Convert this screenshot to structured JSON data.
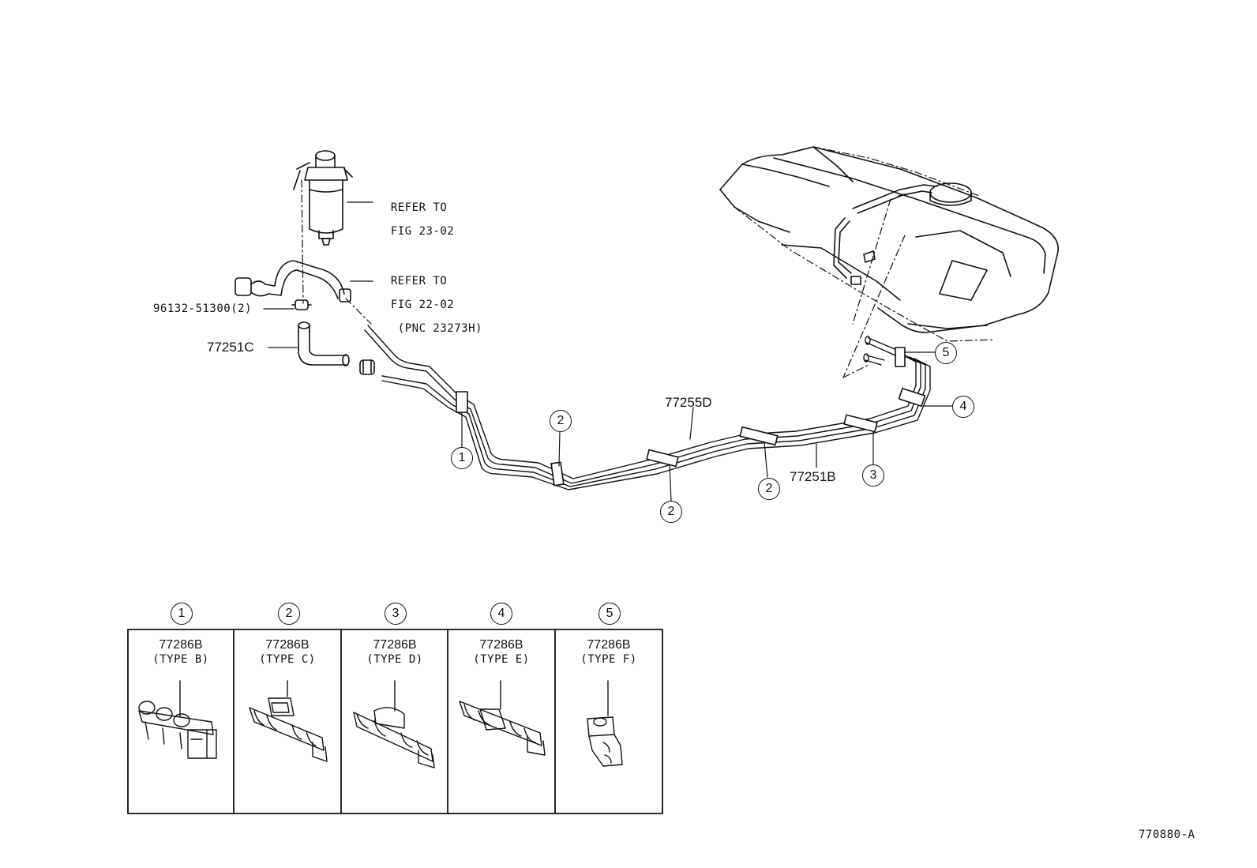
{
  "labels": {
    "refer_fig_23": [
      "REFER TO",
      "FIG 23-02"
    ],
    "refer_fig_22": [
      "REFER TO",
      "FIG 22-02",
      " (PNC 23273H)"
    ],
    "clamp_part": "96132-51300(2)",
    "hose_part": "77251C",
    "main_tube_part": "77255D",
    "return_tube_part": "77251B",
    "drawing_id": "770880-A"
  },
  "callouts": [
    "1",
    "2",
    "2",
    "2",
    "2",
    "3",
    "4",
    "5"
  ],
  "clamp_table": [
    {
      "num": "1",
      "part": "77286B",
      "type": "(TYPE  B)"
    },
    {
      "num": "2",
      "part": "77286B",
      "type": "(TYPE  C)"
    },
    {
      "num": "3",
      "part": "77286B",
      "type": "(TYPE  D)"
    },
    {
      "num": "4",
      "part": "77286B",
      "type": "(TYPE  E)"
    },
    {
      "num": "5",
      "part": "77286B",
      "type": "(TYPE  F)"
    }
  ]
}
